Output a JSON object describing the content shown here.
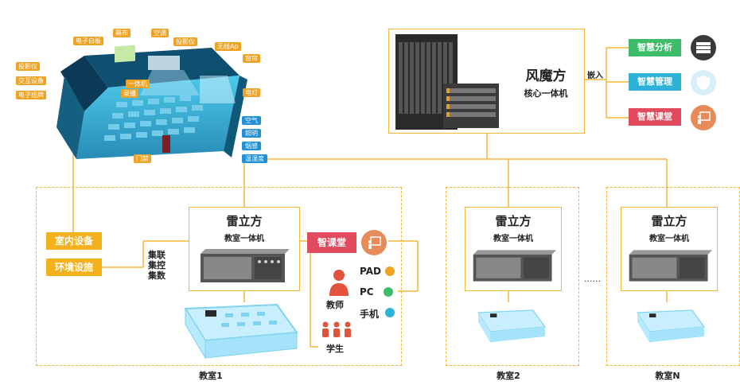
{
  "classroom_3d": {
    "labels_left": [
      "投影仪",
      "交互设备",
      "电子班牌"
    ],
    "labels_top": [
      "电子白板",
      "幕布",
      "空调",
      "投影仪",
      "无线Ap"
    ],
    "labels_right": [
      "窗帘",
      "电灯"
    ],
    "labels_inner": [
      "一体机",
      "录播"
    ],
    "labels_sensors": [
      "空气",
      "照明",
      "烟感",
      "温湿度"
    ],
    "label_door": "门禁"
  },
  "core": {
    "title": "风魔方",
    "subtitle": "核心一体机",
    "embed_label": "嵌入"
  },
  "smart": [
    {
      "label": "智慧分析",
      "color": "#3dbd6a",
      "icon_color": "#3a3a3a",
      "icon": "server-icon"
    },
    {
      "label": "智慧管理",
      "color": "#2fb2d8",
      "icon_color": "#d8eef8",
      "icon": "shield-icon"
    },
    {
      "label": "智慧课堂",
      "color": "#e24b5f",
      "icon_color": "#e88b5a",
      "icon": "chalkboard-icon"
    }
  ],
  "classroom1": {
    "box_title": "雷立方",
    "box_subtitle": "教室一体机",
    "left_boxes": [
      "室内设备",
      "环境设施"
    ],
    "collect_lines": [
      "集联",
      "集控",
      "集数"
    ],
    "smart_class": "智课堂",
    "teacher": "教师",
    "student": "学生",
    "devices": [
      "PAD",
      "PC",
      "手机"
    ],
    "caption": "教室1"
  },
  "classroom2": {
    "box_title": "雷立方",
    "box_subtitle": "教室一体机",
    "caption": "教室2"
  },
  "classroomN": {
    "box_title": "雷立方",
    "box_subtitle": "教室一体机",
    "caption": "教室N"
  },
  "ellipsis": "......"
}
